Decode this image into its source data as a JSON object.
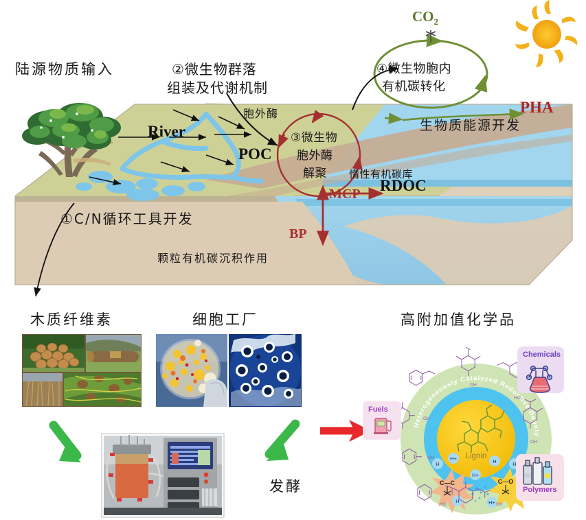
{
  "figure": {
    "title_implicit": "Estuarine carbon cycling and lignin valorization schematic",
    "colors": {
      "land_top": "#cdd196",
      "land_front": "#ded0bb",
      "land_edge": "#b5ad95",
      "water_surface": "#a8d8ee",
      "water_deep": "#8fc9e6",
      "sediment_plume": "#c9ab93",
      "river_blue": "#7ec5ea",
      "dark_red": "#a53030",
      "olive_green": "#6f8f35",
      "sun_orange": "#f0a81e",
      "arrow_green": "#3cb84b",
      "arrow_red": "#e8282a",
      "purple_text": "#7b3fbf",
      "pink_box": "#f7e0ec",
      "lignin_yellow": "#f5c417",
      "ring_blue": "#4fc3f0",
      "ring_green": "#cfe4b4"
    }
  },
  "top_panel": {
    "terrestrial_input_label": "陆源物质输入",
    "river_label": "River",
    "poc_label": "POC",
    "rdoc_label": "RDOC",
    "pha_label": "PHA",
    "bp_label": "BP",
    "mcp_label": "MCP",
    "co2_label": "CO",
    "co2_subscript": "2",
    "extracellular_enzyme_label": "胞外酶",
    "recalcitrant_pool_label": "惰性有机碳库",
    "biomass_energy_label": "生物质能源开发",
    "poc_sedimentation_label": "颗粒有机碳沉积作用",
    "numbered_items": [
      {
        "id": "1",
        "marker": "①",
        "text": "C/N循环工具开发",
        "full": "①C/N循环工具开发"
      },
      {
        "id": "2",
        "marker": "②",
        "line1": "②微生物群落",
        "line2": "组装及代谢机制"
      },
      {
        "id": "3",
        "marker": "③",
        "line1": "③微生物",
        "line2": "胞外酶",
        "line3": "解聚"
      },
      {
        "id": "4",
        "marker": "④",
        "line1": "④微生物胞内",
        "line2": "有机碳转化"
      }
    ],
    "sun_icon": "sun-icon",
    "tree_icon": "mangrove-tree-icon"
  },
  "bottom_panel": {
    "lignocellulose_label": "木质纤维素",
    "cell_factory_label": "细胞工厂",
    "fermentation_label": "发酵",
    "high_value_chemicals_label": "高附加值化学品",
    "photo_collages": [
      {
        "name": "lignocellulose-collage",
        "tiles": [
          "log-pile-photo",
          "fallen-log-photo",
          "dry-straw-photo",
          "green-leaf-fungi-photo"
        ]
      },
      {
        "name": "cell-factory-collage",
        "tiles": [
          "petri-dish-colonies-photo",
          "blue-microbial-plate-photo"
        ]
      },
      {
        "name": "bioreactor-photo",
        "tiles": [
          "fermenter-vessel-photo",
          "control-panel-photo"
        ]
      }
    ]
  },
  "lignin_circle": {
    "center_label": "Lignin",
    "ring_text": "Heterogeneously Catalyzed Reductive Depolymerization",
    "bond_labels": [
      "C—C",
      "C—O"
    ],
    "proton_labels": [
      "H+",
      "H",
      "H+",
      "H",
      "H",
      "H+"
    ],
    "products": [
      {
        "name": "Fuels",
        "icon": "fuel-pump-icon"
      },
      {
        "name": "Chemicals",
        "icon": "flask-molecule-icon"
      },
      {
        "name": "Polymers",
        "icon": "plastic-bottles-icon"
      }
    ],
    "molecules": [
      "syringaldehyde",
      "coniferyl-alcohol",
      "ethylbenzene",
      "acyl-syringyl",
      "vanillic-acid",
      "phenol",
      "toluene",
      "benzene",
      "ferulic-derivative"
    ]
  }
}
